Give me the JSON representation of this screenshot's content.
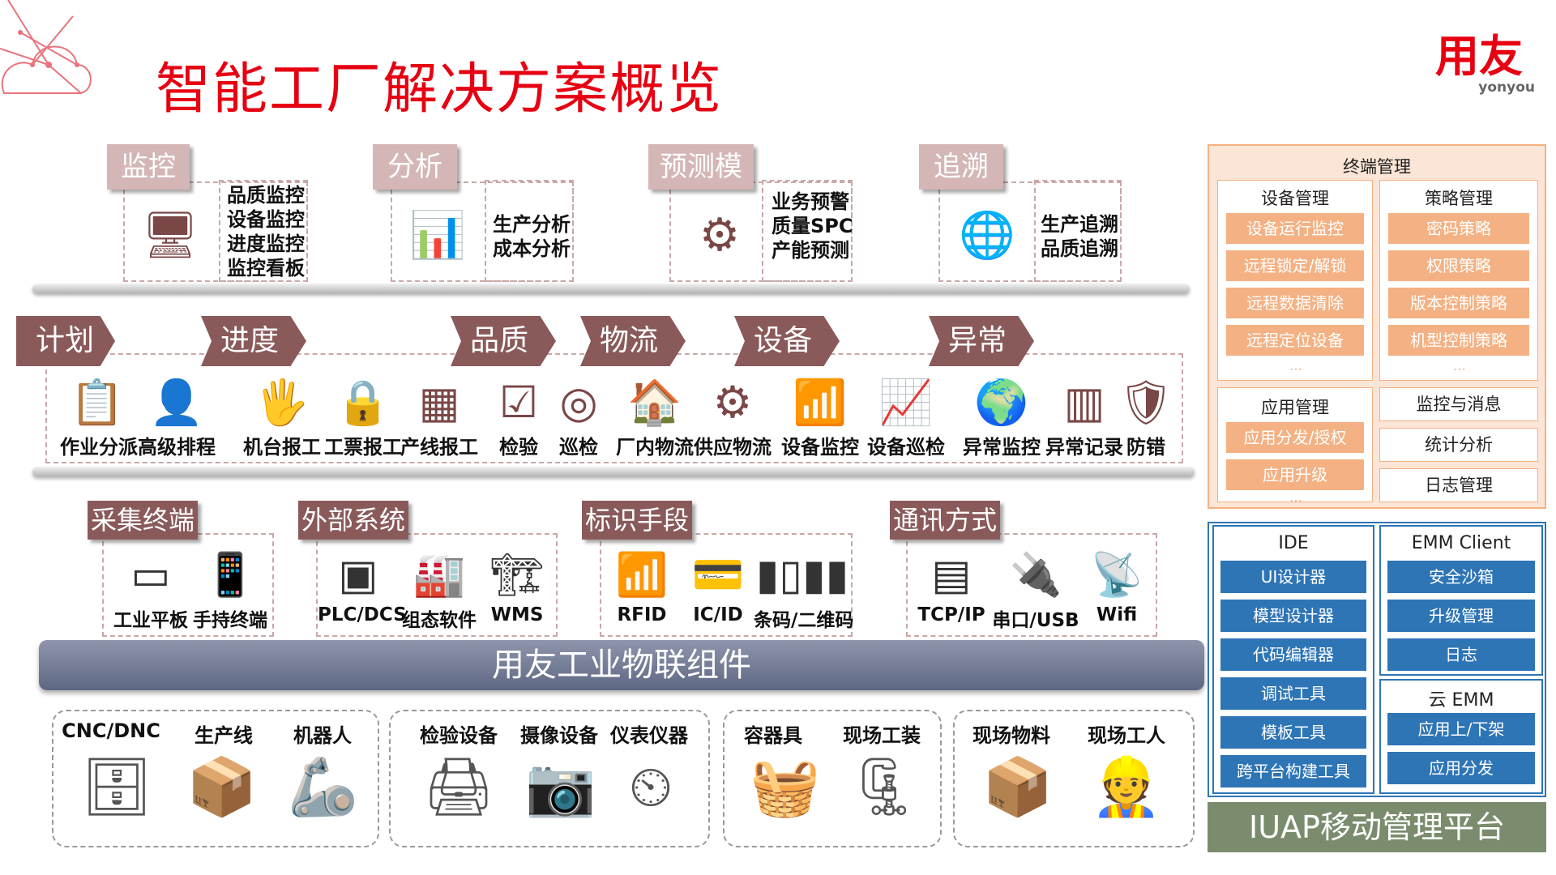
{
  "title": "智能工厂解决方案概览",
  "logo": {
    "main": "用友",
    "sub": "yonyou"
  },
  "top_tabs": [
    {
      "label": "监控",
      "icon": "monitor-icon",
      "items": [
        "品质监控",
        "设备监控",
        "进度监控",
        "监控看板"
      ]
    },
    {
      "label": "分析",
      "icon": "presentation-chart-icon",
      "items": [
        "生产分析",
        "成本分析"
      ]
    },
    {
      "label": "预测模拟",
      "icon": "brain-gear-icon",
      "items": [
        "业务预警",
        "质量SPC",
        "产能预测"
      ]
    },
    {
      "label": "追溯",
      "icon": "network-globe-icon",
      "items": [
        "生产追溯",
        "品质追溯"
      ]
    }
  ],
  "process_steps": [
    "计划",
    "进度",
    "品质",
    "物流",
    "设备",
    "异常"
  ],
  "process_items": [
    "作业分派",
    "高级排程",
    "机台报工",
    "工票报工",
    "产线报工",
    "检验",
    "巡检",
    "厂内物流",
    "供应物流",
    "设备监控",
    "设备巡检",
    "异常监控",
    "异常记录",
    "防错"
  ],
  "mid_sections": [
    {
      "label": "采集终端",
      "items": [
        "工业平板",
        "手持终端"
      ]
    },
    {
      "label": "外部系统",
      "items": [
        "PLC/DCS",
        "组态软件",
        "WMS"
      ]
    },
    {
      "label": "标识手段",
      "items": [
        "RFID",
        "IC/ID",
        "条码/二维码"
      ]
    },
    {
      "label": "通讯方式",
      "items": [
        "TCP/IP",
        "串口/USB",
        "Wifi"
      ]
    }
  ],
  "iot_bar": "用友工业物联组件",
  "devices": [
    [
      "CNC/DNC",
      "生产线",
      "机器人"
    ],
    [
      "检验设备",
      "摄像设备",
      "仪表仪器"
    ],
    [
      "容器具",
      "现场工装"
    ],
    [
      "现场物料",
      "现场工人"
    ]
  ],
  "terminal": {
    "title": "终端管理",
    "device_mgmt": {
      "title": "设备管理",
      "items": [
        "设备运行监控",
        "远程锁定/解锁",
        "远程数据清除",
        "远程定位设备"
      ]
    },
    "policy_mgmt": {
      "title": "策略管理",
      "items": [
        "密码策略",
        "权限策略",
        "版本控制策略",
        "机型控制策略"
      ]
    },
    "app_mgmt": {
      "title": "应用管理",
      "items": [
        "应用分发/授权",
        "应用升级"
      ]
    },
    "right_items": [
      "监控与消息",
      "统计分析",
      "日志管理"
    ],
    "ellipsis": "…"
  },
  "iuap": {
    "ide": {
      "title": "IDE",
      "items": [
        "UI设计器",
        "模型设计器",
        "代码编辑器",
        "调试工具",
        "模板工具",
        "跨平台构建工具"
      ]
    },
    "emm": {
      "title": "EMM Client",
      "items": [
        "安全沙箱",
        "升级管理",
        "日志"
      ]
    },
    "cloud": {
      "title": "云 EMM",
      "items": [
        "应用上/下架",
        "应用分发"
      ]
    },
    "platform": "IUAP移动管理平台"
  },
  "colors": {
    "brand_red": "#e60012",
    "tab_dark": "#8a5a5a",
    "tab_light": "#d4b6b6",
    "orange": "#f4b183",
    "blue": "#2e75b6"
  }
}
